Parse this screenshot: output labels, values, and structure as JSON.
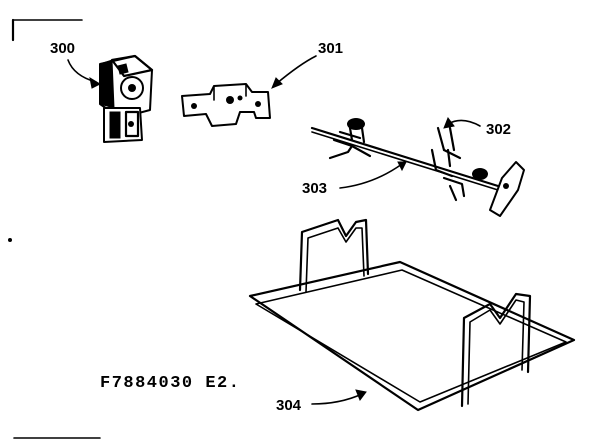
{
  "parts": [
    {
      "callout": "300",
      "icon": "motor-icon"
    },
    {
      "callout": "301",
      "icon": "bracket-icon"
    },
    {
      "callout": "302",
      "icon": "fork-icon"
    },
    {
      "callout": "303",
      "icon": "spit-rod-icon"
    },
    {
      "callout": "304",
      "icon": "wire-rack-icon"
    }
  ],
  "drawing_code": "F7884030 E2."
}
